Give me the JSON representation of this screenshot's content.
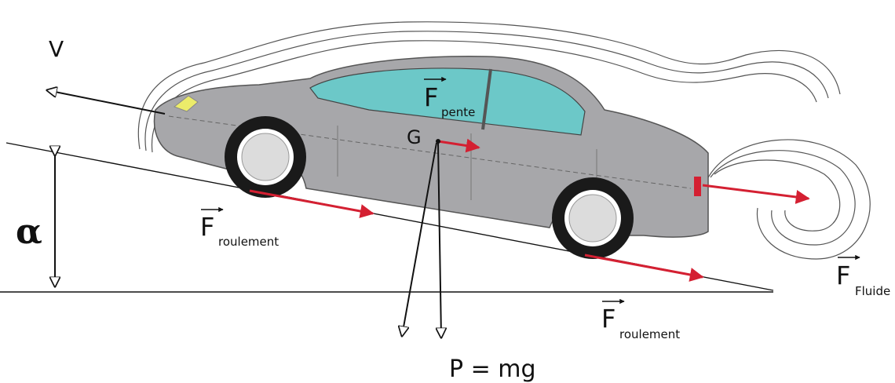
{
  "labels": {
    "velocity": "V",
    "alpha": "α",
    "g_point": "G",
    "f_pente": {
      "main": "F",
      "sub": "pente"
    },
    "f_roulement_front": {
      "main": "F",
      "sub": "roulement"
    },
    "f_roulement_rear": {
      "main": "F",
      "sub": "roulement"
    },
    "f_fluide": {
      "main": "F",
      "sub": "Fluide"
    },
    "weight": "P = mg"
  },
  "colors": {
    "car_body": "#a7a7aa",
    "window": "#6cc8c8",
    "force_arrow": "#d42032",
    "headlight": "#ecec6a",
    "line": "#111111"
  }
}
